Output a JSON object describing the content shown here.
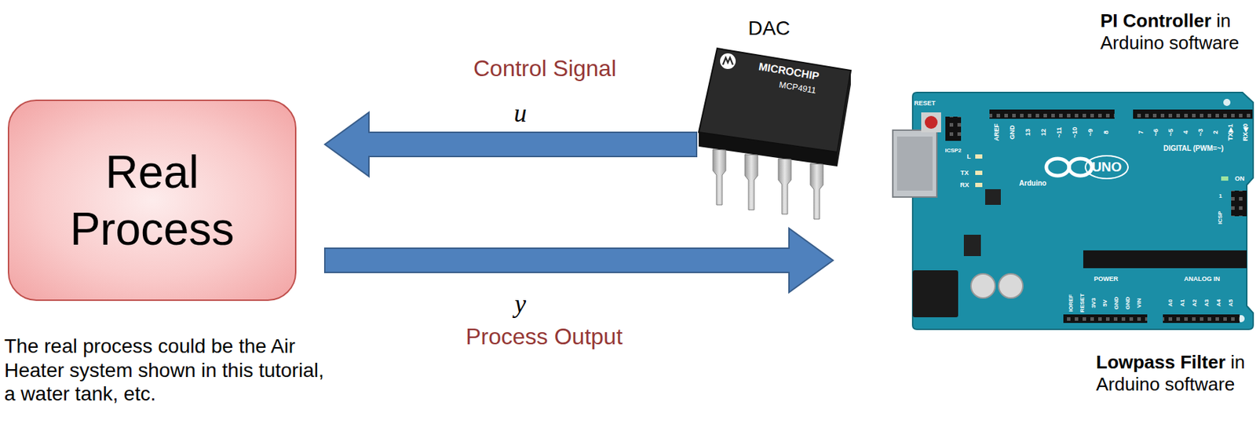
{
  "diagram": {
    "nodes": [
      {
        "text": [
          "Real Process"
        ]
      },
      {
        "text": [
          "DAC",
          "MICROCHIP",
          "MCP4911"
        ]
      },
      {
        "text": [
          "RESET",
          "ICSP2",
          "AREF",
          "GND",
          "13",
          "12",
          "~11",
          "~10",
          "~9",
          "8",
          "7",
          "~6",
          "~5",
          "4",
          "~3",
          "2",
          "TX▶1",
          "RX◀0",
          "DIGITAL (PWM=~)",
          "L",
          "TX",
          "RX",
          "UNO",
          "Arduino",
          "ON",
          "ICSP",
          "1",
          "IOREF",
          "RESET",
          "3V3",
          "5V",
          "GND",
          "GND",
          "VIN",
          "POWER",
          "ANALOG IN",
          "A0",
          "A1",
          "A2",
          "A3",
          "A4",
          "A5"
        ]
      }
    ],
    "edges": [
      {
        "from": 1,
        "to": 0,
        "arrow": "to",
        "label": "Control Signal"
      },
      {
        "from": 0,
        "to": 2,
        "arrow": "to",
        "label": "Process Output"
      }
    ],
    "labels": [
      "u",
      "y",
      "PI Controller in Arduino software",
      "Lowpass Filter in Arduino software",
      "The real process could be the Air Heater system shown in this tutorial, a water tank, etc."
    ]
  }
}
